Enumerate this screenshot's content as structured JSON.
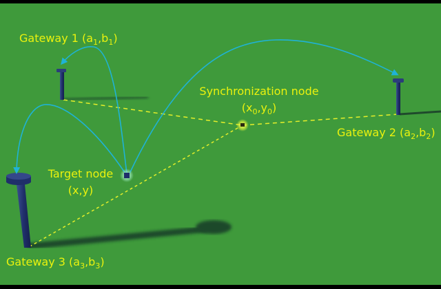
{
  "colors": {
    "ground": "#3f9a3b",
    "label": "#eaf20e",
    "arrow": "#1fb3d6",
    "dashed_link": "#e6f02a",
    "gateway": "#1f2f6a",
    "shadow": "#1f4a2c"
  },
  "labels": {
    "gateway1": {
      "prefix": "Gateway 1 (a",
      "sub_a": "1",
      "mid": ",b",
      "sub_b": "1",
      "suffix": ")"
    },
    "gateway2": {
      "prefix": "Gateway 2 (a",
      "sub_a": "2",
      "mid": ",b",
      "sub_b": "2",
      "suffix": ")"
    },
    "gateway3": {
      "prefix": "Gateway 3 (a",
      "sub_a": "3",
      "mid": ",b",
      "sub_b": "3",
      "suffix": ")"
    },
    "sync_node": {
      "title": "Synchronization node",
      "coord_prefix": "(x",
      "sub_x": "0",
      "coord_mid": ",y",
      "sub_y": "0",
      "coord_suffix": ")"
    },
    "target_node": {
      "title": "Target node",
      "coord": "(x,y)"
    }
  },
  "nodes": [
    {
      "id": "gateway1",
      "type": "gateway-icon"
    },
    {
      "id": "gateway2",
      "type": "gateway-icon"
    },
    {
      "id": "gateway3",
      "type": "gateway-icon"
    },
    {
      "id": "sync_node",
      "type": "sync-node-icon"
    },
    {
      "id": "target_node",
      "type": "target-node-icon"
    }
  ],
  "links": [
    {
      "from": "target_node",
      "to": "gateway1",
      "style": "arrow"
    },
    {
      "from": "target_node",
      "to": "gateway2",
      "style": "arrow"
    },
    {
      "from": "target_node",
      "to": "gateway3",
      "style": "arrow"
    },
    {
      "from": "sync_node",
      "to": "gateway1",
      "style": "dashed"
    },
    {
      "from": "sync_node",
      "to": "gateway2",
      "style": "dashed"
    },
    {
      "from": "sync_node",
      "to": "gateway3",
      "style": "dashed"
    }
  ]
}
